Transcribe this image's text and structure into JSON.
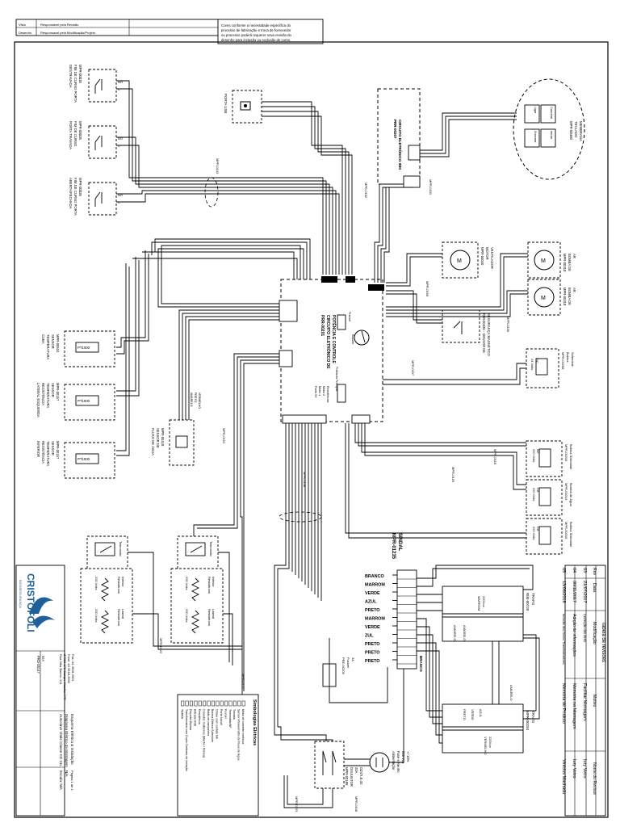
{
  "header": {
    "row1_left": "Visto",
    "row1_mid": "Responsável pela Revisão",
    "row2_left": "Desenho",
    "row2_mid": "Responsável pela Modificação/Projeto",
    "note_l1": "Cores conforme a necessidade específica do",
    "note_l2": "processo de fabricação e troca de fornecedor",
    "note_l3": "ou processo poderá requerer nova revisão do",
    "note_l4": "desenho para inclusão ou exclusão de cores."
  },
  "switches": {
    "s1_label_l1": "MPR-00035",
    "s1_label_l2": "FIM DE CURSO PORTA",
    "s1_label_l3": "DESTRAVADA",
    "s2_label_l1": "MPR-00035",
    "s2_label_l2": "FIM DE CURSO",
    "s2_label_l3": "PORTA TRAVADA",
    "s3_label_l1": "MPR-00035",
    "s3_label_l2": "FIM DE CURSO PORTA",
    "s3_label_l3": "ABERTA/FECHADA",
    "no": "NO",
    "c": "C"
  },
  "usb": {
    "label": "PORTA USB"
  },
  "cables": {
    "c1": "MPR-0143",
    "c2": "MPR-0162",
    "c3": "MPR-0161",
    "c4": "MPR-0153",
    "c5": "MPR-0148",
    "c6": "MPR-0156",
    "c7": "MPR-0156",
    "c8": "MPR-0157",
    "c9": "MPR-0118",
    "c10": "MPR-0129",
    "c11": "MPR-0131",
    "c12": "MPR-0122",
    "c13": "MPR-0108",
    "c14": "MPR-0103",
    "c15": "MPR-0105",
    "c16": "MPR-0109"
  },
  "ihm": {
    "title_l1": "PRR-00207",
    "title_l2": "CIRCUITO ELETRÔNICO IHM"
  },
  "keypad": {
    "l1": "MPR-00460",
    "l2": "TECLADO",
    "l3": "MEMBRANA",
    "k1": "Ligar",
    "k2": "Encerrar",
    "k3": "Cancelar",
    "k4": "Iniciar"
  },
  "power_board": {
    "l1": "PRR-00201",
    "l2": "CIRCUITO ELETRÔNICO DE",
    "l3": "POTÊNCIA E CONTROLE",
    "buzzer": "Buzzer",
    "fuse": "Fusível",
    "power": "Potência Principal",
    "t1": "Fonte 5V",
    "t2": "Motor 1",
    "t3": "Motor 2",
    "t4": "Resistências"
  },
  "sensors": {
    "s1": "PT1000",
    "s1_l1": "MPR-00524",
    "s1_l2": "SENSOR",
    "s1_l3": "TEMPERATURA",
    "s1_l4": "CUBA",
    "s2": "PT1000",
    "s2_l1": "MPR-00157",
    "s2_l2": "SENSOR",
    "s2_l3": "TEMPERATURA",
    "s2_l4": "RESISTÊNCIA",
    "s2_l5": "LATERAL ESQUERDA",
    "s3": "PT1000",
    "s3_l1": "MPR-00157",
    "s3_l2": "SENSOR",
    "s3_l3": "TEMPERATURA",
    "s3_l4": "RESISTÊNCIA",
    "s3_l5": "INFERIOR",
    "flow_l1": "MPR-00418",
    "flow_l2": "SENSOR DE",
    "flow_l3": "FLUXO DE ÁGUA",
    "flow_w1": "AMARELO",
    "flow_w2": "PRETO",
    "flow_w3": "VERMELHO"
  },
  "motors": {
    "m1_l1": "MPR-00040",
    "m1_l2": "MOTOR",
    "m1_l3": "VENTILADOR",
    "m2_l1": "MPR-00318",
    "m2_l2": "BOMBA DE",
    "m2_l3": "AR",
    "m3_l1": "MPR-00318",
    "m3_l2": "BOMBA DE",
    "m3_l3": "AR",
    "sec_l1": "RIM-00335 - SENSOR DE",
    "sec_l2": "SEGURANÇA MAGNÉTICO",
    "valve_l1": "MPR-01098",
    "valve_l2": "Bobina",
    "valve_l3": "Solenóide",
    "valve_l4": "24 Volts",
    "valve_l5": "DC",
    "v1_l1": "MPR-00315",
    "v1_l2": "Bobina Solenóide",
    "v1_l3": "220 Volts",
    "v1_l4": "AC",
    "v2_l1": "MPR-00313",
    "v2_l2": "Bomba de Água",
    "v2_l3": "220 Volts",
    "v2_l4": "CA",
    "v3_l1": "MPR-00315",
    "v3_l2": "Bobina Solenóide",
    "v3_l3": "220 Volts",
    "v3_l4": "CA"
  },
  "wires": {
    "terminal_l1": "MPR-01235",
    "terminal_l2": "SINDAL",
    "w1": "BRANCO",
    "w2": "MARROM",
    "w3": "VERDE",
    "w4": "AZUL",
    "w5": "PRETO",
    "w6": "MARROM",
    "w7": "VERDE",
    "w8": "ZUL",
    "w9": "PRETO",
    "w10": "PRETO",
    "w11": "PRETO",
    "branco_v": "BRANCO"
  },
  "transformers": {
    "t1_l1": "RIM-00720",
    "t1_l2": "TRAFO",
    "t2_l1": "MPR-00294",
    "t2_l2": "TRAFO",
    "w_marrom": "MARROM",
    "w_220": "220Vca",
    "w_amarelo": "AMARELO",
    "w_vermelho": "VERMELHO",
    "w_preto": "PRETO",
    "w_azul": "AZUL",
    "w_verde": "VERDE"
  },
  "heaters": {
    "h1": "Resistência",
    "h1b": "Inferior",
    "h2": "Resistência",
    "h2b": "Lateral",
    "v220": "220 Volts",
    "thermo": "Termostato",
    "fuse_l1": "PRE-00206",
    "fuse_l2": "Fusível",
    "fuse_l3": "3A"
  },
  "power_in": {
    "l1": "Alimentação",
    "l2": "Fase e Neutro",
    "l3": "220 Vca",
    "l4": "+/-10%",
    "switch_l1": "MPR-00189",
    "switch_l2": "DISJUNTOR",
    "switch_l3": "20A",
    "switch_l4": "DZ47LE-32"
  },
  "revisions": {
    "title": "Tabela de revisões",
    "h_rev": "Rev",
    "h_date": "Data",
    "h_mod": "Modificação",
    "h_reason": "Motivo",
    "h_name": "Nome do Revisor",
    "r1_rev": "03",
    "r1_date": "21/07/2017",
    "r1_mod": "Correção dos itens",
    "r1_reason": "Facilitar Montagem",
    "r1_name": "Iury Vetro",
    "r2_rev": "04",
    "r2_date": "30/11/2017",
    "r2_mod": "Adição de informações",
    "r2_reason": "Memória na Montagem",
    "r2_name": "Iury Vetro",
    "r3_rev": "05",
    "r3_date": "13/06/2018",
    "r3_mod": "Inclusão dos Novos Transformadores",
    "r3_reason": "Memória de Produto",
    "r3_name": "Vinícius Machado"
  },
  "legend": {
    "title": "Simbologias Elétricas",
    "i1": "Motor de corrente contínua",
    "i2": "Sensor infravermelho de Fluxo de Água",
    "i3": "Tomada",
    "i4": "Termostato/NF",
    "i5": "Fusível",
    "i6": "Porta fusível",
    "i7": "Chave com contato NA",
    "i8": "Bobina Elétrica Solenóide",
    "i9": "Botão de campainha",
    "i10": "Conector multipinos (Macho / Fêmea)",
    "i11": "Resistência",
    "i12": "Entrada USB",
    "i13": "Disjuntor Bipolar",
    "i14": "Transformador com Duplo Centrado de Isolação",
    "i15": "TERRA"
  },
  "titleblock": {
    "company": "CRISTÓFOLI",
    "subtitle": "BIOSSEGURANÇA",
    "addr_l1": "Rua Mira Bueno, 211",
    "addr_l2": "87303-170 Campo Mourão / PR",
    "addr_l3": "Fone: 44 3518-3500",
    "addr_l4": "Fax: 44 3518-3501",
    "desc_l1": "Autoclave Vitale Classe CD 21L",
    "desc_l2": "Diagrama Elétrico de Montagem",
    "desc_l3": "Esquema Elétrico & Instalação",
    "scale_label": "Escala: N/A",
    "scale_val": "N/A",
    "page": "Página 1 de 1",
    "code": "PRD-00147",
    "na": "N/A"
  }
}
